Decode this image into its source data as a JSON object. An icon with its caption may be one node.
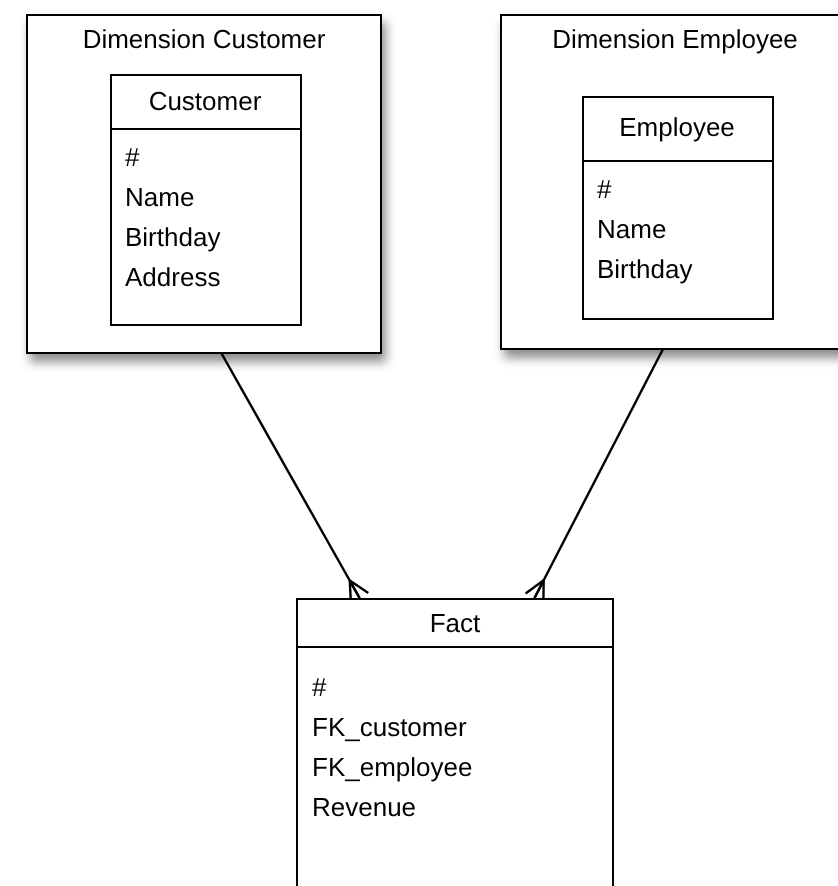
{
  "diagram": {
    "nodes": [
      {
        "text": [
          "Dimension Customer"
        ]
      },
      {
        "text": [
          "Customer",
          "#",
          "Name",
          "Birthday",
          "Address"
        ],
        "in": 0
      },
      {
        "text": [
          "Dimension Employee"
        ]
      },
      {
        "text": [
          "Employee",
          "#",
          "Name",
          "Birthday"
        ],
        "in": 2
      },
      {
        "text": [
          "Fact",
          "#",
          "FK_customer",
          "FK_employee",
          "Revenue"
        ]
      }
    ],
    "edges": [
      {
        "from": 1,
        "to": 4,
        "arrow": "other"
      },
      {
        "from": 3,
        "to": 4,
        "arrow": "other"
      }
    ]
  }
}
